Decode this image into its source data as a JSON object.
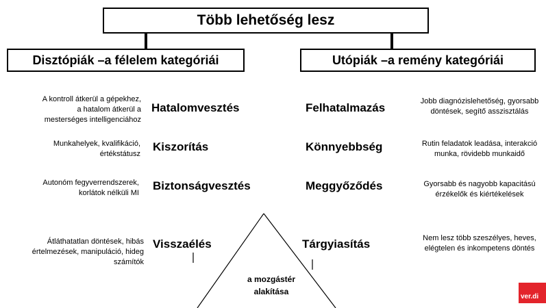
{
  "top_box": {
    "label": "Több lehetőség lesz"
  },
  "left_header": {
    "label": "Disztópiák –a félelem kategóriái"
  },
  "right_header": {
    "label": "Utópiák –a remény kategóriái"
  },
  "dystopia_rows": [
    {
      "term": "Hatalomvesztés",
      "desc": [
        "A kontroll átkerül a gépekhez,",
        "a hatalom átkerül a",
        "mesterséges intelligenciához"
      ]
    },
    {
      "term": "Kiszorítás",
      "desc": [
        "Munkahelyek, kvalifikáció,",
        "értékstátusz"
      ]
    },
    {
      "term": "Biztonságvesztés",
      "desc": [
        "Autonóm fegyverrendszerek,",
        "korlátok nélküli MI"
      ]
    },
    {
      "term": "Visszaélés",
      "desc": [
        "Átláthatatlan döntések, hibás",
        "értelmezések, manipuláció, hideg",
        "számítók"
      ]
    }
  ],
  "utopia_rows": [
    {
      "term": "Felhatalmazás",
      "desc": [
        "Jobb diagnózislehetőség, gyorsabb",
        "döntések, segítő asszisztálás"
      ]
    },
    {
      "term": "Könnyebbség",
      "desc": [
        "Rutin feladatok leadása, interakció",
        "munka, rövidebb munkaidő"
      ]
    },
    {
      "term": "Meggyőződés",
      "desc": [
        "Gyorsabb és nagyobb kapacitású",
        "érzékelők és kiértékelések"
      ]
    },
    {
      "term": "Tárgyiasítás",
      "desc": [
        "Nem lesz több szeszélyes, heves,",
        "elégtelen és inkompetens döntés"
      ]
    }
  ],
  "triangle": {
    "line1": "a mozgástér",
    "line2": "alakítása"
  },
  "logo": {
    "text": "ver.di",
    "color": "#e3242b"
  }
}
